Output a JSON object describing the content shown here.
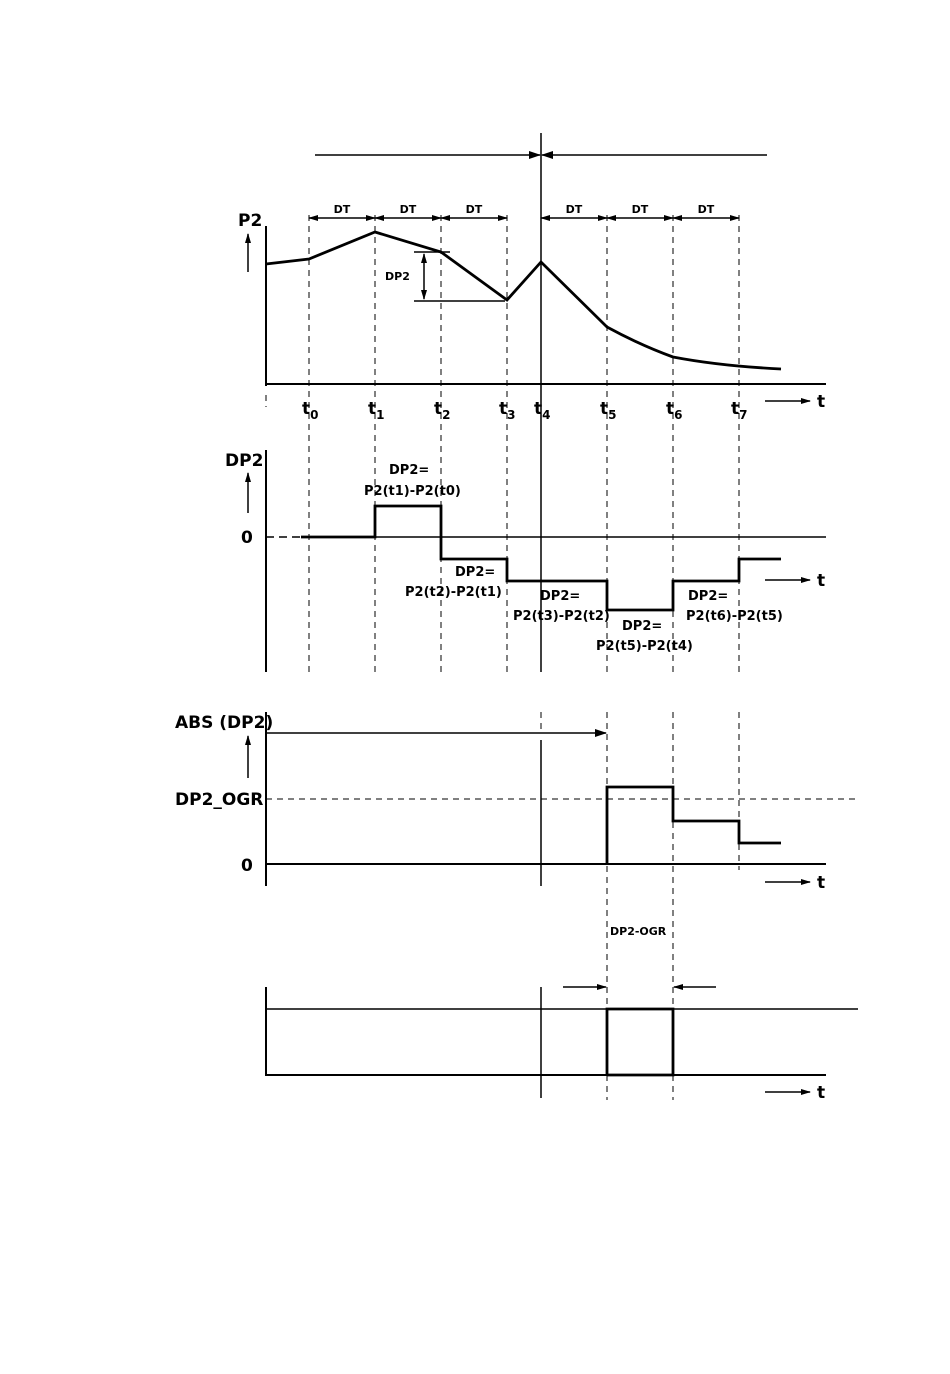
{
  "panel1": {
    "y_label": "P2",
    "t_labels": [
      "t",
      "t",
      "t",
      "t",
      "t",
      "t",
      "t",
      "t"
    ],
    "t_subs": [
      "0",
      "1",
      "2",
      "3",
      "4",
      "5",
      "6",
      "7"
    ],
    "axis_t": "t",
    "dt_label": "DT",
    "dp_label": "DP2"
  },
  "panel2": {
    "y_label": "DP2",
    "zero": "0",
    "axis_t": "t",
    "annotations": [
      {
        "top": "DP2=",
        "bottom": "P2(t1)-P2(t0)"
      },
      {
        "top": "DP2=",
        "bottom": "P2(t2)-P2(t1)"
      },
      {
        "top": "DP2=",
        "bottom": "P2(t3)-P2(t2)"
      },
      {
        "top": "DP2=",
        "bottom": "P2(t5)-P2(t4)"
      },
      {
        "top": "DP2=",
        "bottom": "P2(t6)-P2(t5)"
      }
    ]
  },
  "panel3": {
    "y_label": "ABS (DP2)",
    "threshold": "DP2_OGR",
    "zero": "0",
    "axis_t": "t"
  },
  "panel4": {
    "label": "DP2-OGR",
    "axis_t": "t"
  }
}
